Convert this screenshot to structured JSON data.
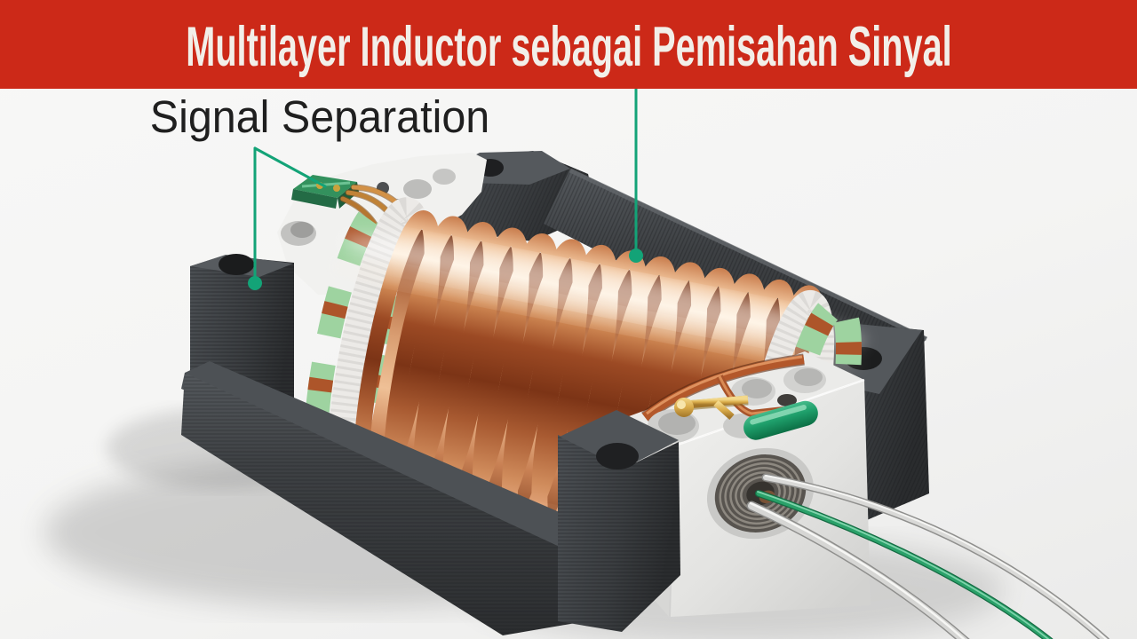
{
  "banner": {
    "title": "Multilayer Inductor sebagai Pemisahan Sinyal",
    "background_color": "#cc2918",
    "text_color": "#f2efe9"
  },
  "annotation": {
    "label": "Signal Separation",
    "text_color": "#1f1f1f",
    "leader_color": "#13a377",
    "pointed_targets": [
      "terminal-board",
      "left-mounting-post",
      "frame-top-rail"
    ]
  },
  "illustration": {
    "subject": "Multilayer inductor 3D cutaway render",
    "background_color": "#f4f4f3",
    "winding_count": 14,
    "parts": [
      {
        "name": "housing-frame",
        "color": "#3c4043"
      },
      {
        "name": "copper-coil-windings",
        "color": "#b05a2e"
      },
      {
        "name": "coil-core",
        "color": "#d99d71"
      },
      {
        "name": "fabric-end-ring",
        "color": "#eceae7"
      },
      {
        "name": "segmented-green-ring",
        "color": "#9ed3a0"
      },
      {
        "name": "terminal-board",
        "color": "#33915d"
      },
      {
        "name": "end-block",
        "color": "#ececea"
      },
      {
        "name": "gold-terminal",
        "color": "#c9a23d"
      },
      {
        "name": "green-pill-component",
        "color": "#1e9e6a"
      },
      {
        "name": "threaded-bore",
        "color": "#58544f"
      },
      {
        "name": "signal-wire-green",
        "color": "#2aa169"
      },
      {
        "name": "signal-wire-silver",
        "color": "#d9d9d7"
      }
    ]
  }
}
